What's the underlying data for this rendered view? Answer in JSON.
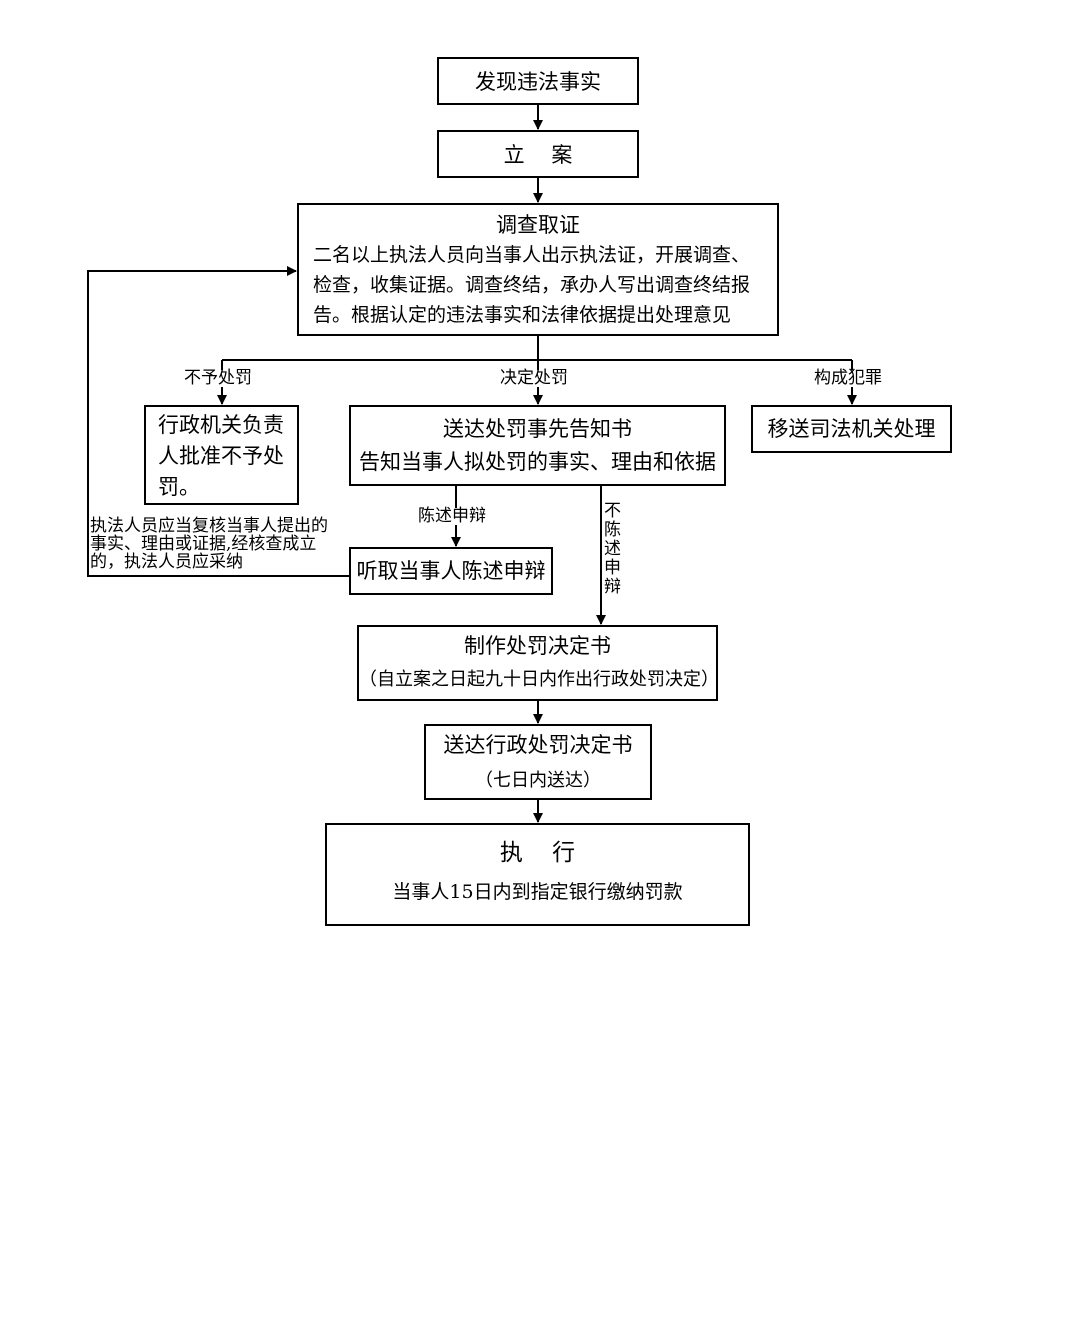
{
  "nodes": {
    "discover": {
      "title": "发现违法事实"
    },
    "file_case": {
      "title": "立    案"
    },
    "investigate": {
      "title": "调查取证",
      "lines": [
        "二名以上执法人员向当事人出示执法证，开展调查、",
        "检查，收集证据。调查终结，承办人写出调查终结报",
        "告。根据认定的违法事实和法律依据提出处理意见"
      ]
    },
    "no_penalty": {
      "lines": [
        "行政机关负责",
        "人批准不予处",
        "罚。"
      ]
    },
    "notice": {
      "title": "送达处罚事先告知书",
      "subtitle": "告知当事人拟处罚的事实、理由和依据"
    },
    "transfer": {
      "title": "移送司法机关处理"
    },
    "hearing": {
      "title": "听取当事人陈述申辩"
    },
    "decision": {
      "title": "制作处罚决定书",
      "subtitle": "（自立案之日起九十日内作出行政处罚决定）"
    },
    "deliver": {
      "title": "送达行政处罚决定书",
      "subtitle": "（七日内送达）"
    },
    "execute": {
      "title": "执    行",
      "subtitle": "当事人15日内到指定银行缴纳罚款"
    }
  },
  "edge_labels": {
    "no_penalty": "不予处罚",
    "decide_penalty": "决定处罚",
    "crime": "构成犯罪",
    "statement": "陈述申辩",
    "no_statement": [
      "不",
      "陈",
      "述",
      "申",
      "辩"
    ],
    "review_note": [
      "执法人员应当复核当事人提出的",
      "事实、理由或证据,经核查成立",
      "的，执法人员应采纳"
    ]
  },
  "colors": {
    "line": "#000000",
    "background": "#ffffff"
  }
}
